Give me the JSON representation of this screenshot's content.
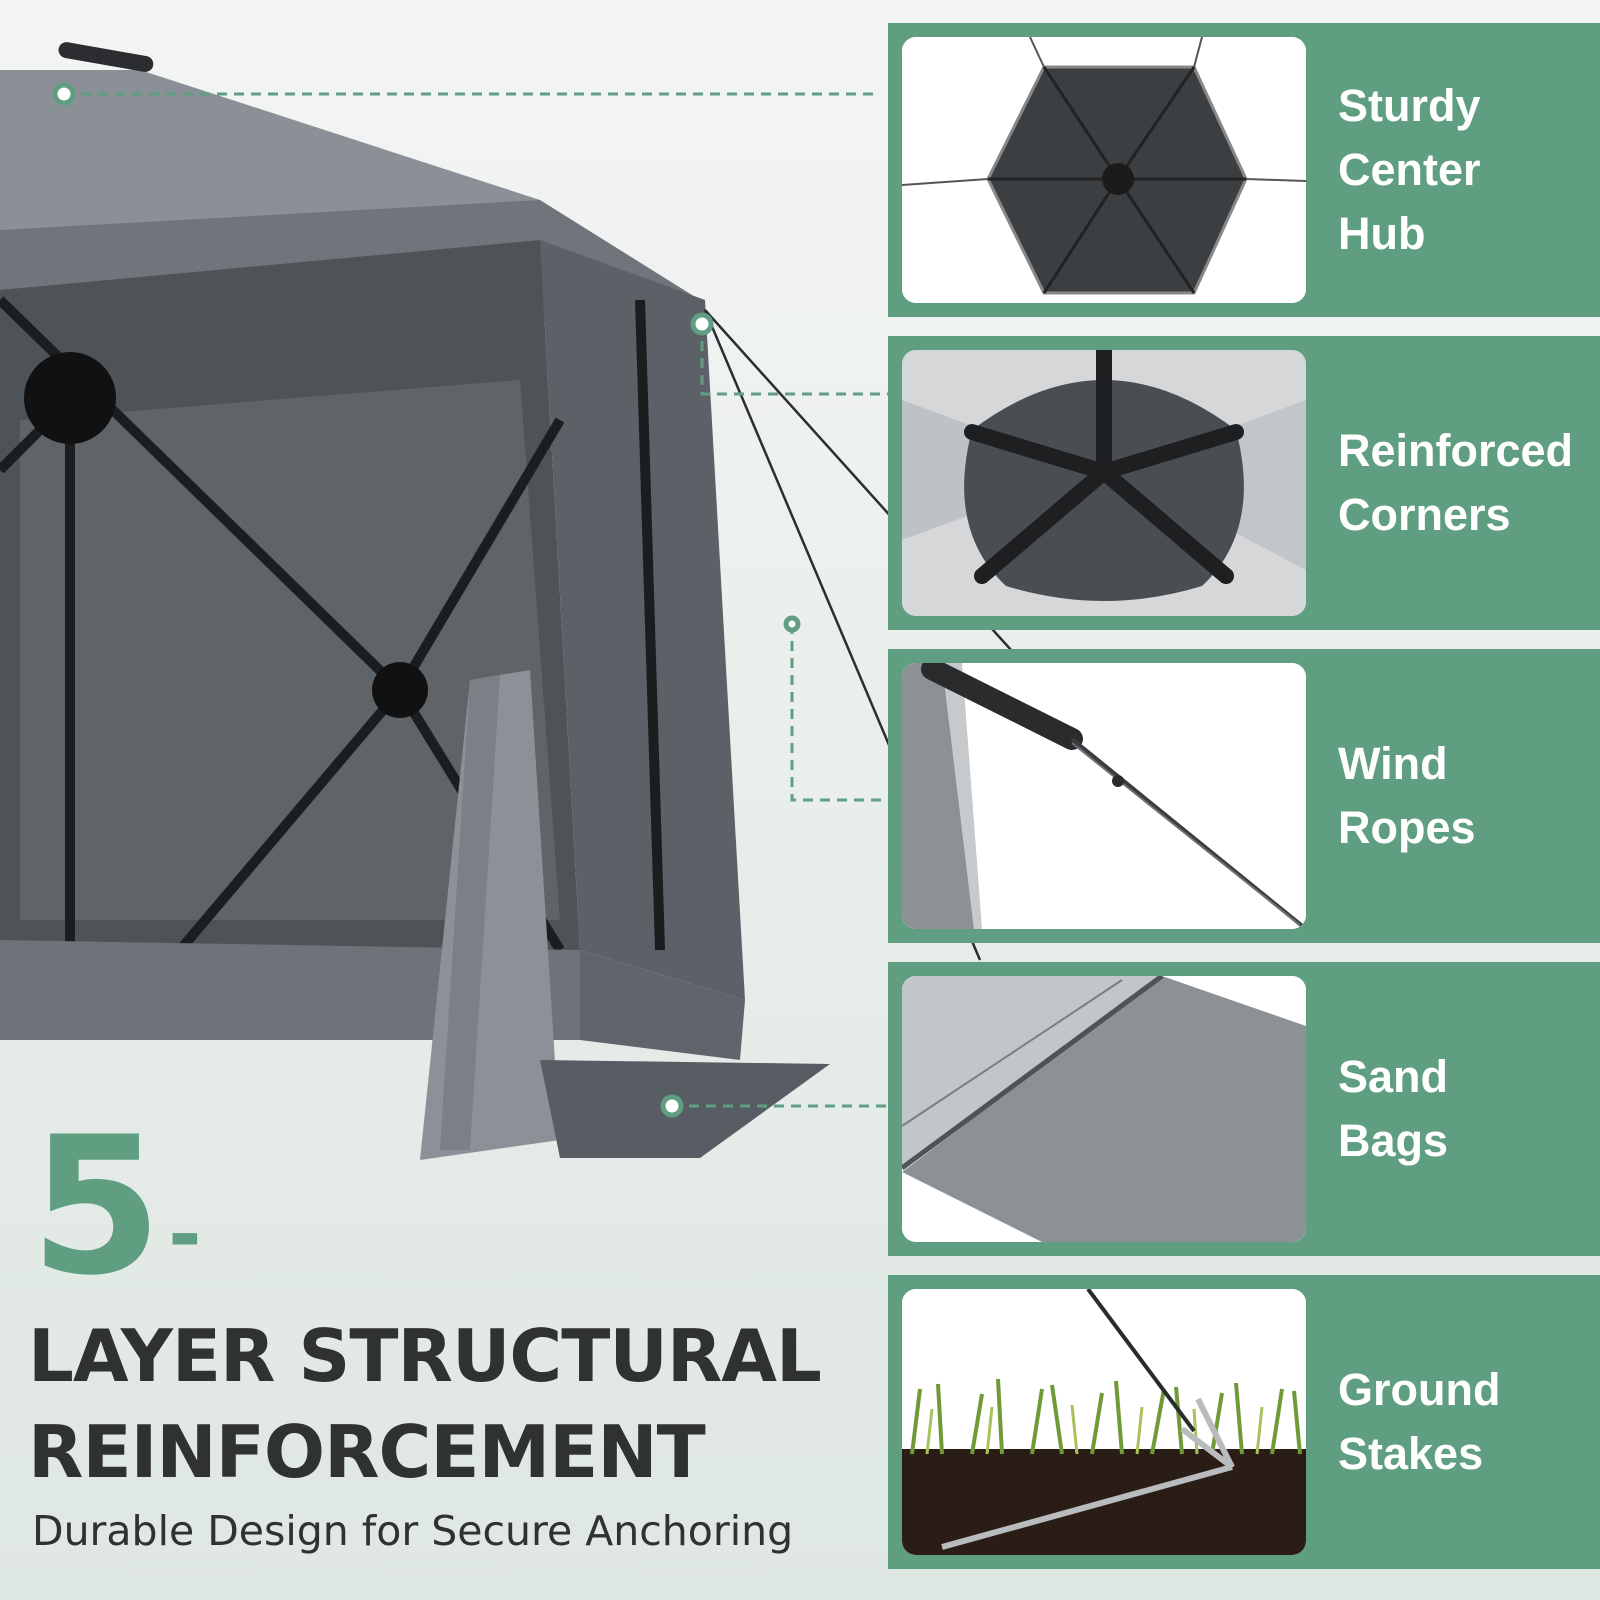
{
  "headline": {
    "number": "5",
    "dash": "-",
    "line1": "LAYER STRUCTURAL",
    "line2": "REINFORCEMENT",
    "subtitle": "Durable Design for Secure Anchoring"
  },
  "features": [
    {
      "label": "Sturdy\nCenter\nHub"
    },
    {
      "label": "Reinforced\nCorners"
    },
    {
      "label": "Wind\nRopes"
    },
    {
      "label": "Sand\nBags"
    },
    {
      "label": "Ground\nStakes"
    }
  ],
  "colors": {
    "accent_green": "#5f9e80",
    "text_dark": "#2f3133",
    "tent_gray": "#7d8288",
    "tent_dark": "#3a3d41"
  }
}
